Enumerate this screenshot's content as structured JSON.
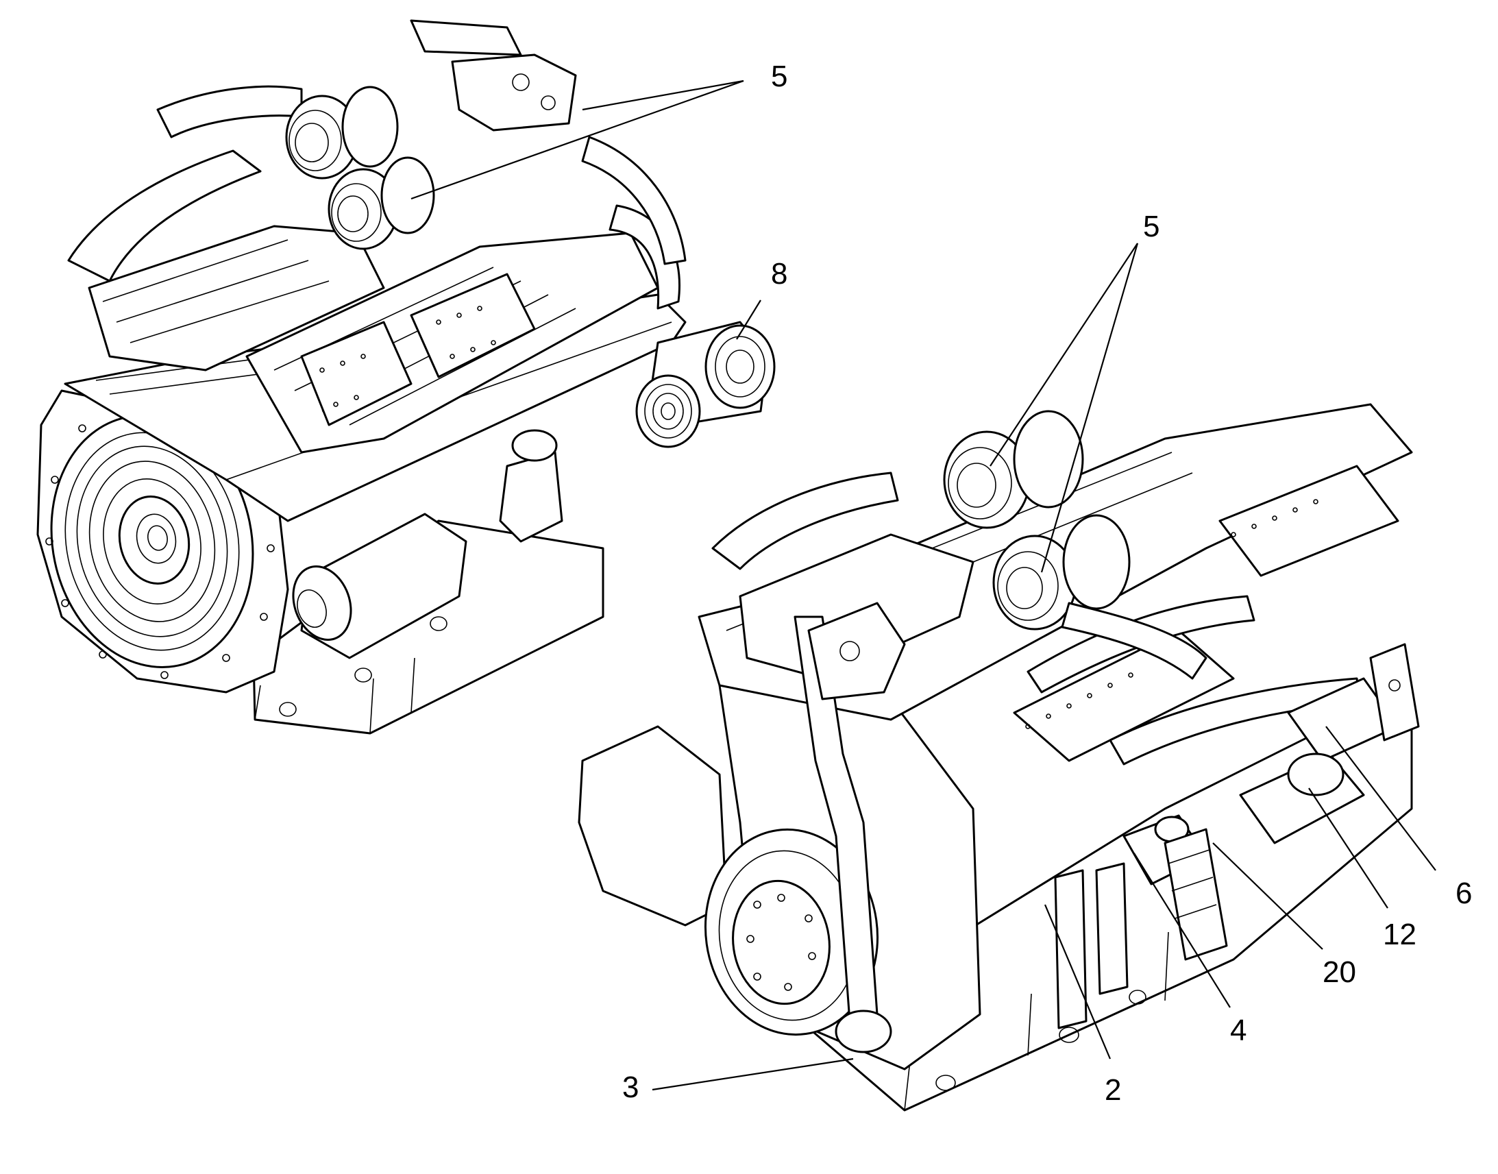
{
  "figure": {
    "background": "#ffffff",
    "line_color": "#000000",
    "views": [
      "engine-rear-left-view",
      "engine-front-right-view"
    ]
  },
  "callouts": {
    "c5_top": "5",
    "c8": "8",
    "c5_right": "5",
    "c6": "6",
    "c12": "12",
    "c20": "20",
    "c4": "4",
    "c2": "2",
    "c3": "3"
  }
}
